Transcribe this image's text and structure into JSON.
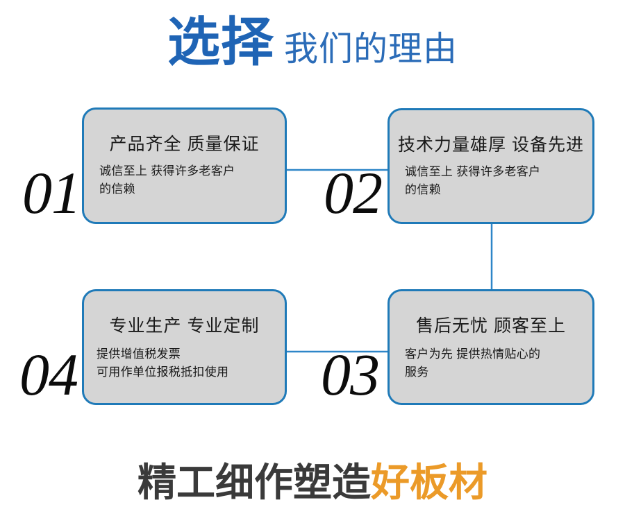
{
  "header": {
    "main": "选择",
    "sub": "我们的理由",
    "main_color": "#1f64b5",
    "sub_color": "#2b6cb8"
  },
  "cards": [
    {
      "number": "01",
      "title": "产品齐全 质量保证",
      "body_lines": [
        "诚信至上 获得许多老客户",
        "的信赖"
      ]
    },
    {
      "number": "02",
      "title": "技术力量雄厚 设备先进",
      "body_lines": [
        "诚信至上 获得许多老客户",
        "的信赖"
      ]
    },
    {
      "number": "03",
      "title": "售后无忧 顾客至上",
      "body_lines": [
        "客户为先 提供热情贴心的",
        "服务"
      ]
    },
    {
      "number": "04",
      "title": "专业生产 专业定制",
      "body_lines": [
        "提供增值税发票",
        "可用作单位报税抵扣使用"
      ]
    }
  ],
  "footer": {
    "dark_text": "精工细作塑造",
    "accent_text": "好板材",
    "dark_color": "#3a3a3a",
    "accent_color": "#eb9a28"
  },
  "style": {
    "card_fill": "#d5d5d5",
    "card_border": "#1f7ab8",
    "connector_color": "#2e86c8",
    "number_color": "#0c0c0c",
    "background": "#ffffff"
  }
}
